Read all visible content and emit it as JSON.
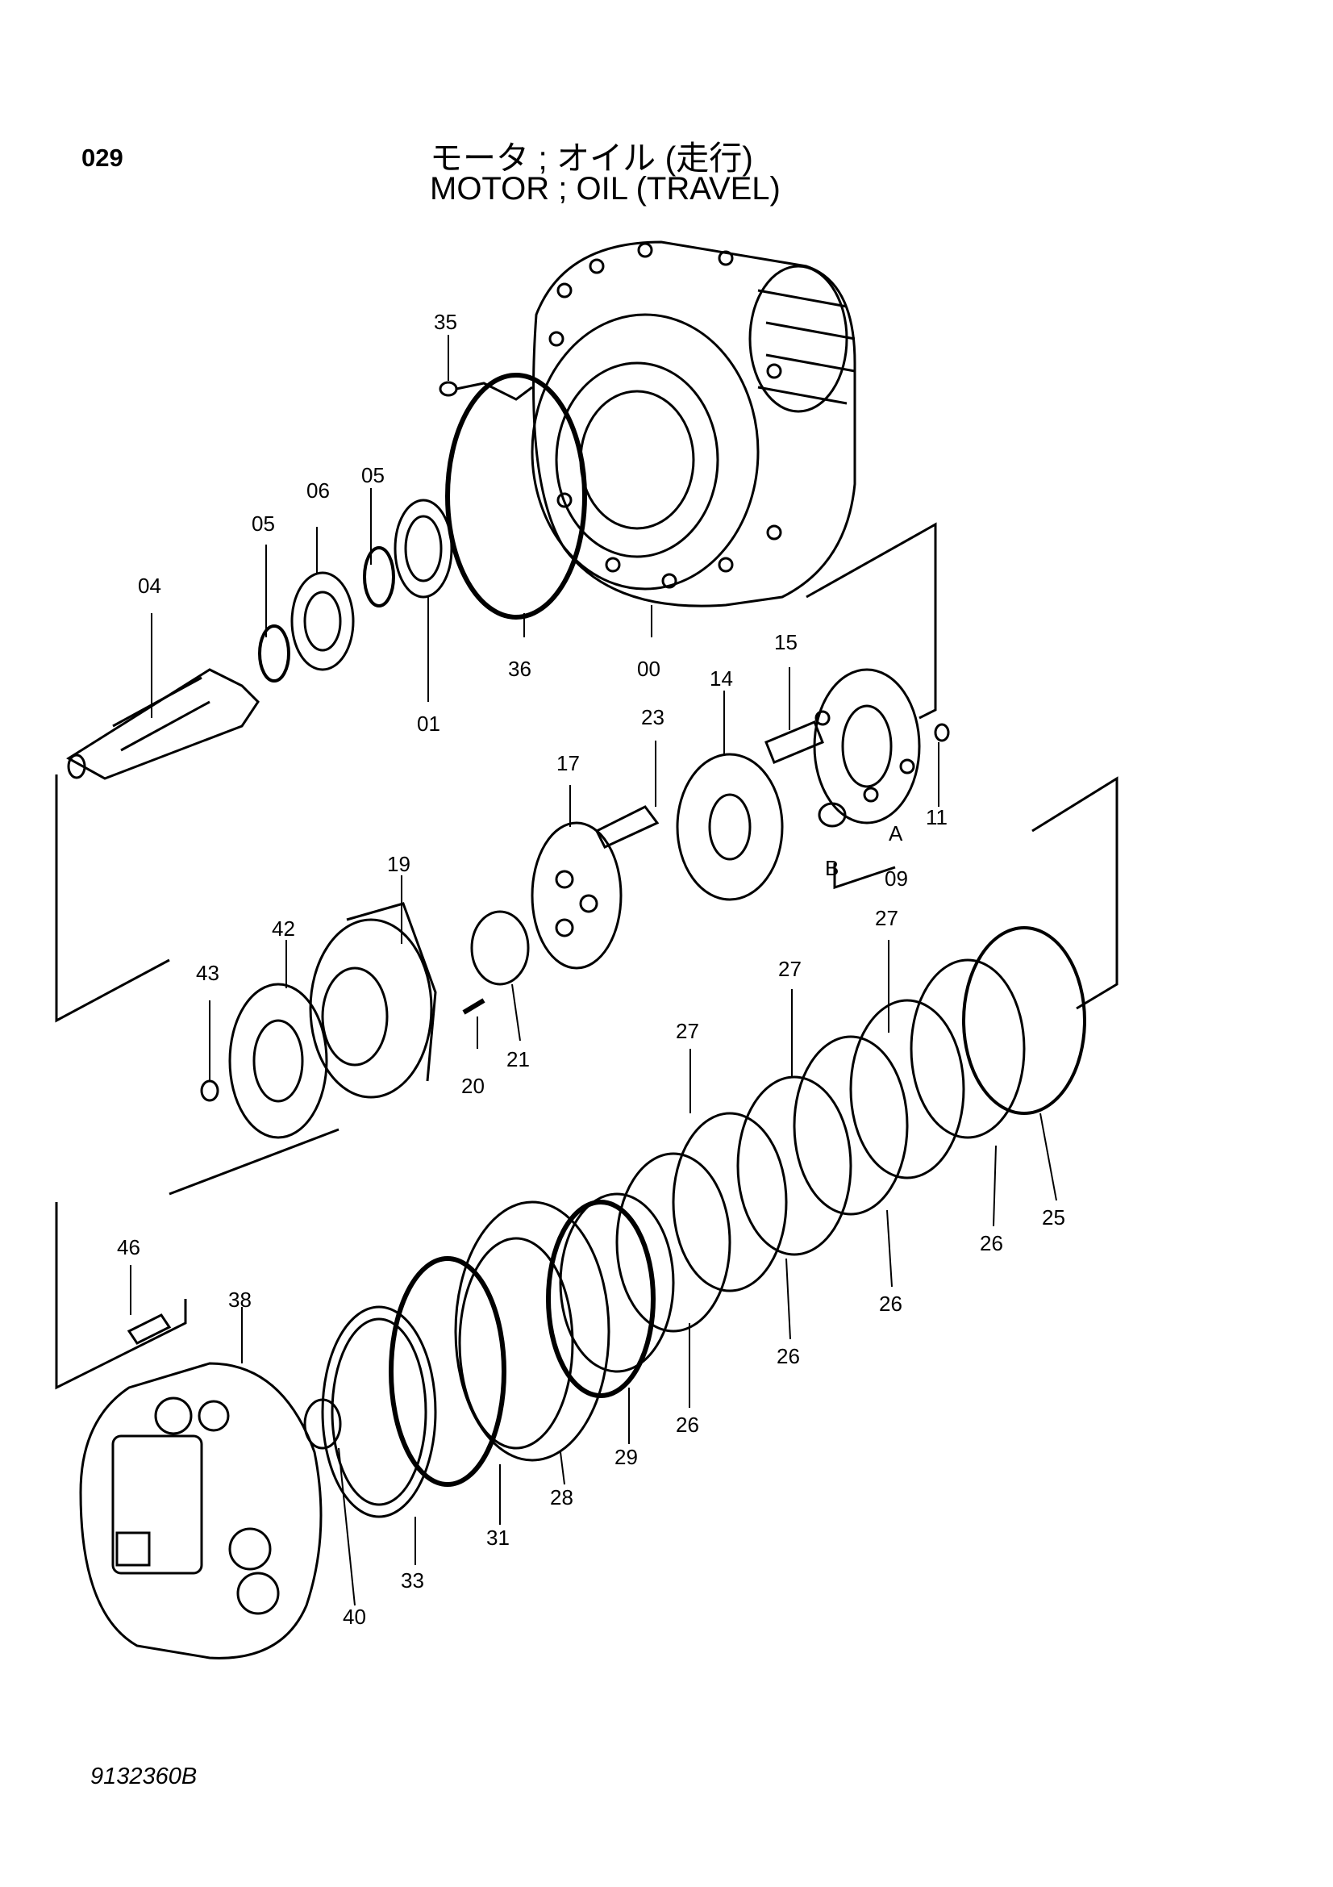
{
  "header": {
    "page_number": "029",
    "title_jp": "モータ ; オイル (走行)",
    "title_en": "MOTOR ; OIL (TRAVEL)"
  },
  "footer": {
    "drawing_code": "9132360B"
  },
  "part_labels": {
    "p00": "00",
    "p01": "01",
    "p04": "04",
    "p05a": "05",
    "p05b": "05",
    "p06": "06",
    "p09": "09",
    "p09a": "A",
    "p09b": "B",
    "p11": "11",
    "p14": "14",
    "p15": "15",
    "p17": "17",
    "p19": "19",
    "p20": "20",
    "p21": "21",
    "p23": "23",
    "p25": "25",
    "p26a": "26",
    "p26b": "26",
    "p26c": "26",
    "p26d": "26",
    "p27a": "27",
    "p27b": "27",
    "p27c": "27",
    "p28": "28",
    "p29": "29",
    "p31": "31",
    "p33": "33",
    "p35": "35",
    "p36": "36",
    "p38": "38",
    "p40": "40",
    "p42": "42",
    "p43": "43",
    "p46": "46"
  }
}
